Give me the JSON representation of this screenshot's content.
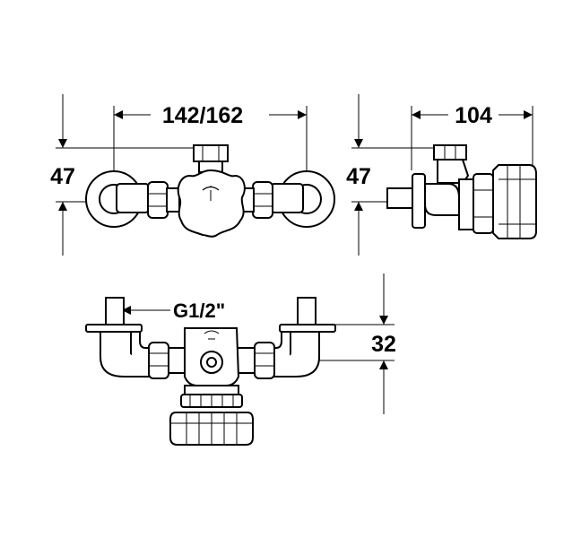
{
  "drawing": {
    "front_view": {
      "width_dim": "142/162",
      "height_dim": "47"
    },
    "side_view": {
      "depth_dim": "104",
      "height_dim": "47"
    },
    "top_view": {
      "thread_label": "G1/2\"",
      "offset_dim": "32"
    }
  },
  "colors": {
    "line": "#000000",
    "background": "#ffffff",
    "shade": "#c8c8c8"
  }
}
